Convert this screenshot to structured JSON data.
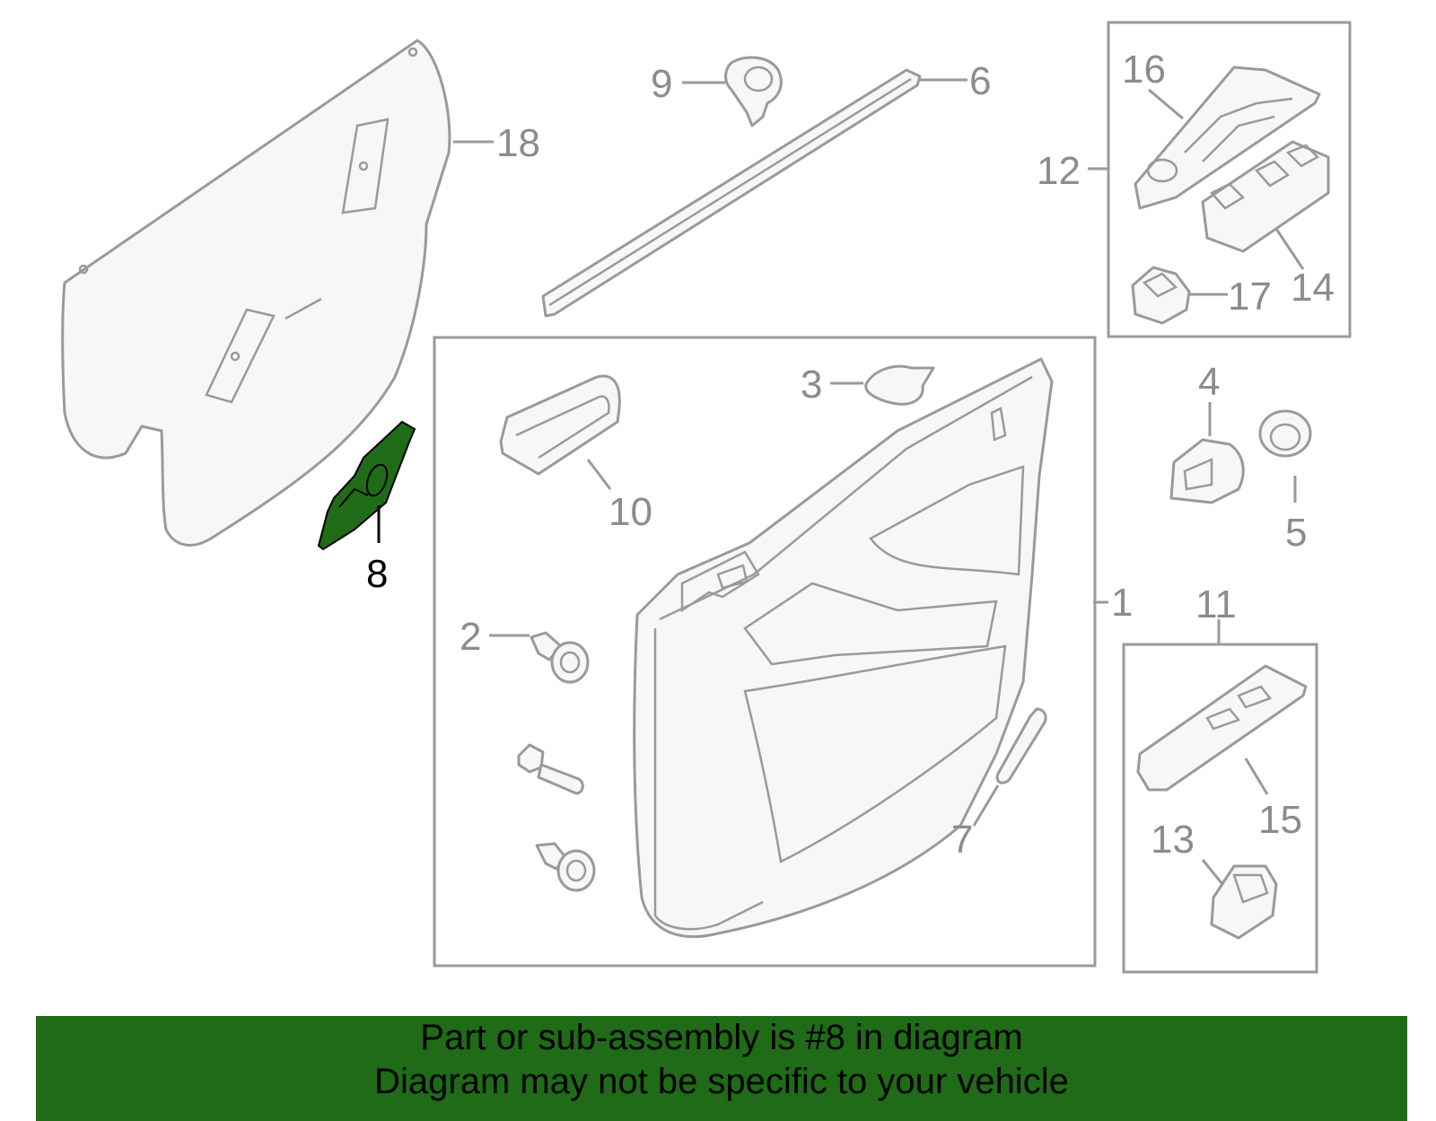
{
  "callouts": [
    {
      "id": "c1",
      "text": "1"
    },
    {
      "id": "c2",
      "text": "2"
    },
    {
      "id": "c3",
      "text": "3"
    },
    {
      "id": "c4",
      "text": "4"
    },
    {
      "id": "c5",
      "text": "5"
    },
    {
      "id": "c6",
      "text": "6"
    },
    {
      "id": "c7",
      "text": "7"
    },
    {
      "id": "c8",
      "text": "8"
    },
    {
      "id": "c9",
      "text": "9"
    },
    {
      "id": "c10",
      "text": "10"
    },
    {
      "id": "c11",
      "text": "11"
    },
    {
      "id": "c12",
      "text": "12"
    },
    {
      "id": "c13",
      "text": "13"
    },
    {
      "id": "c14",
      "text": "14"
    },
    {
      "id": "c15",
      "text": "15"
    },
    {
      "id": "c16",
      "text": "16"
    },
    {
      "id": "c17",
      "text": "17"
    },
    {
      "id": "c18",
      "text": "18"
    }
  ],
  "highlight": {
    "part": "8",
    "color": "#1f6b17"
  },
  "banner": {
    "line1": "Part or sub-assembly is #8 in diagram",
    "line2": "Diagram may not be specific to your vehicle",
    "color": "#1f6b17"
  }
}
